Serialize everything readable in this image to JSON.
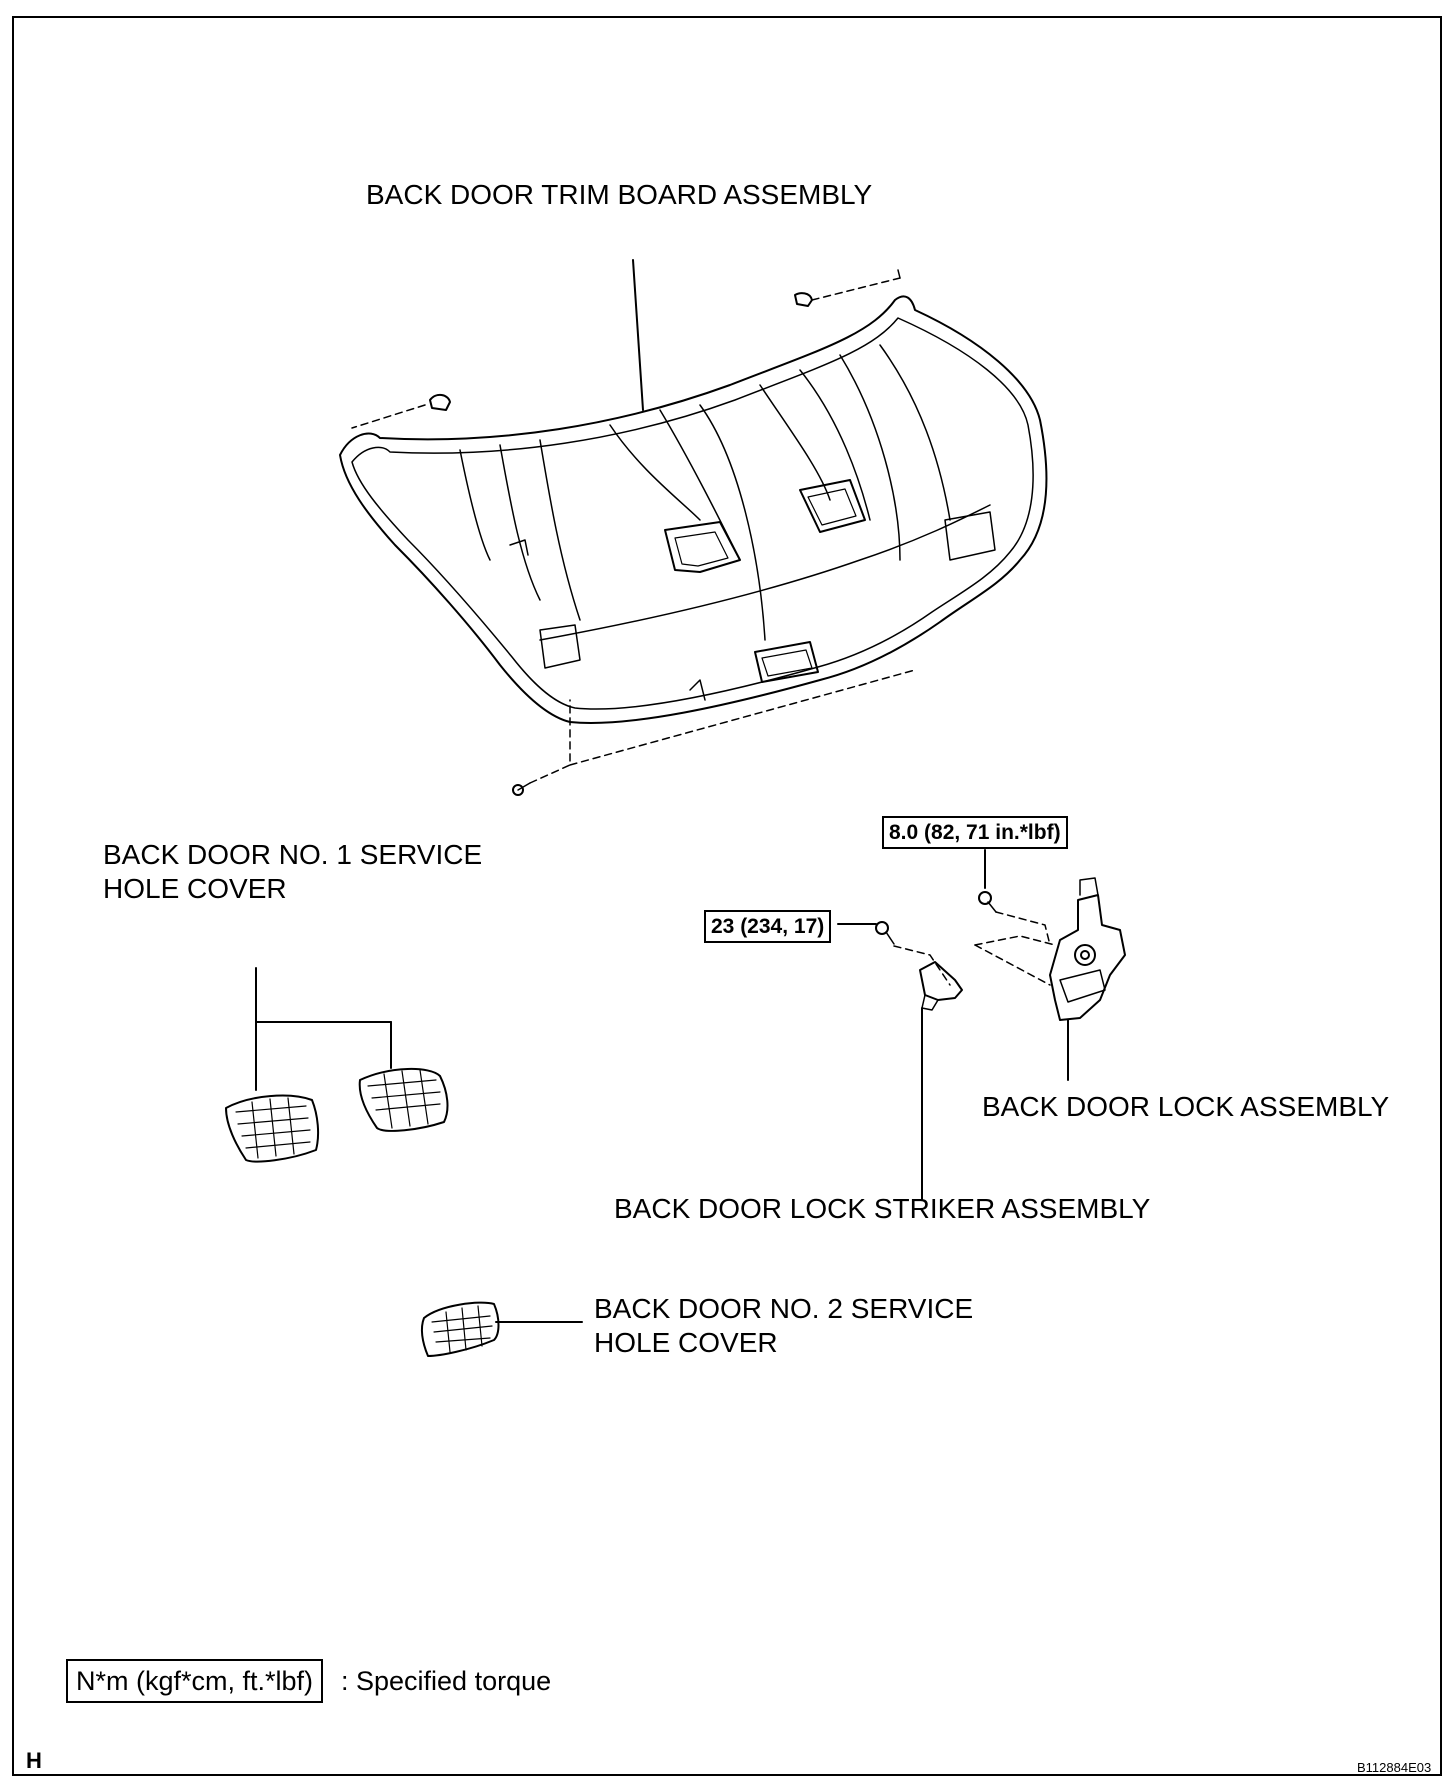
{
  "labels": {
    "trim_board": "BACK DOOR TRIM BOARD ASSEMBLY",
    "service_cover_1_line1": "BACK DOOR NO. 1 SERVICE",
    "service_cover_1_line2": "HOLE COVER",
    "lock_assembly": "BACK DOOR LOCK ASSEMBLY",
    "striker_assembly": "BACK DOOR LOCK STRIKER ASSEMBLY",
    "service_cover_2_line1": "BACK DOOR NO. 2 SERVICE",
    "service_cover_2_line2": "HOLE COVER"
  },
  "torques": {
    "lock_bolt": "8.0 (82, 71 in.*lbf)",
    "striker_bolt": "23 (234, 17)"
  },
  "legend": {
    "unit_box": "N*m (kgf*cm, ft.*lbf)",
    "description": ": Specified torque"
  },
  "footer": {
    "section_mark": "H",
    "figure_code": "B112884E03"
  }
}
